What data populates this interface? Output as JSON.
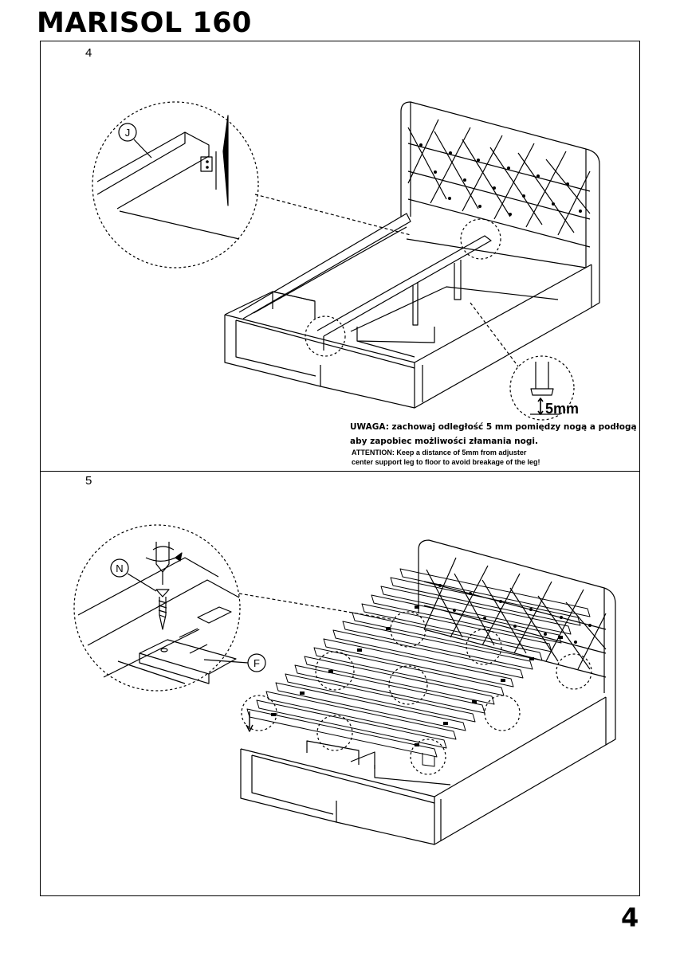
{
  "header": {
    "title": "MARISOL 160"
  },
  "steps": [
    {
      "number": "4"
    },
    {
      "number": "5"
    }
  ],
  "step4": {
    "callout_label": "J",
    "gap_label": "5mm",
    "warning_pl_line1": "UWAGA: zachowaj odległość 5 mm pomiędzy nogą a podłogą",
    "warning_pl_line2": "aby zapobiec możliwości złamania nogi.",
    "warning_en_line1": "ATTENTION: Keep a distance of 5mm from adjuster",
    "warning_en_line2": "center support leg to floor to avoid breakage of the leg!"
  },
  "step5": {
    "callout_screw_label": "N",
    "callout_slat_label": "F"
  },
  "footer": {
    "page_number": "4"
  }
}
